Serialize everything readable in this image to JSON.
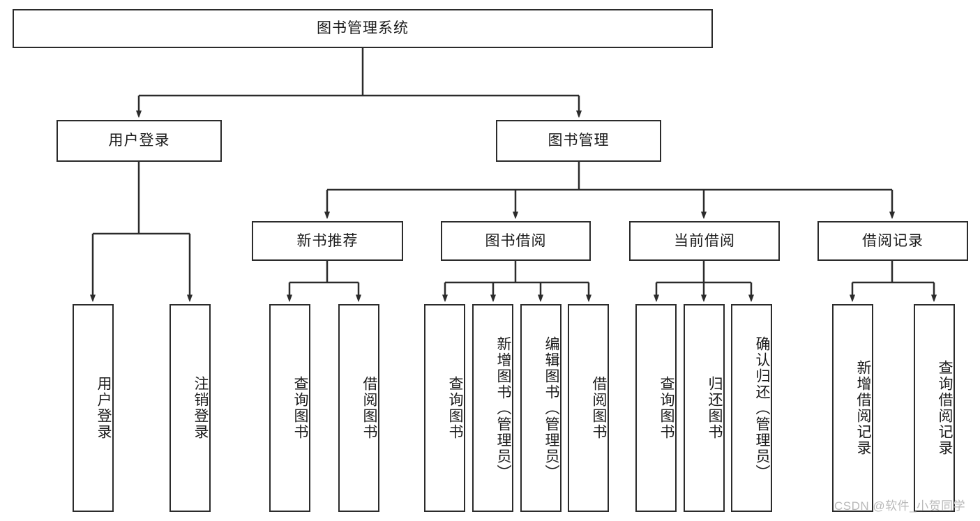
{
  "diagram": {
    "title": "图书管理系统",
    "type": "tree",
    "watermark": "CSDN @软件_小贺同学",
    "colors": {
      "box_border": "#2b2b2b",
      "box_fill": "#ffffff",
      "line": "#2b2b2b",
      "text": "#1a1a1a",
      "watermark": "#b9b9b9"
    },
    "root": {
      "label": "图书管理系统"
    },
    "level2": [
      {
        "label": "用户登录"
      },
      {
        "label": "图书管理"
      }
    ],
    "level3": [
      {
        "label": "新书推荐"
      },
      {
        "label": "图书借阅"
      },
      {
        "label": "当前借阅"
      },
      {
        "label": "借阅记录"
      }
    ],
    "leaves": {
      "user_login": [
        {
          "label": "用户登录"
        },
        {
          "label": "注销登录"
        }
      ],
      "new_book": [
        {
          "label": "查询图书"
        },
        {
          "label": "借阅图书"
        }
      ],
      "book_borrow": [
        {
          "label": "查询图书"
        },
        {
          "label": "新增图书（管理员）"
        },
        {
          "label": "编辑图书（管理员）"
        },
        {
          "label": "借阅图书"
        }
      ],
      "current_borrow": [
        {
          "label": "查询图书"
        },
        {
          "label": "归还图书"
        },
        {
          "label": "确认归还（管理员）"
        }
      ],
      "borrow_record": [
        {
          "label": "新增借阅记录"
        },
        {
          "label": "查询借阅记录"
        }
      ]
    }
  }
}
